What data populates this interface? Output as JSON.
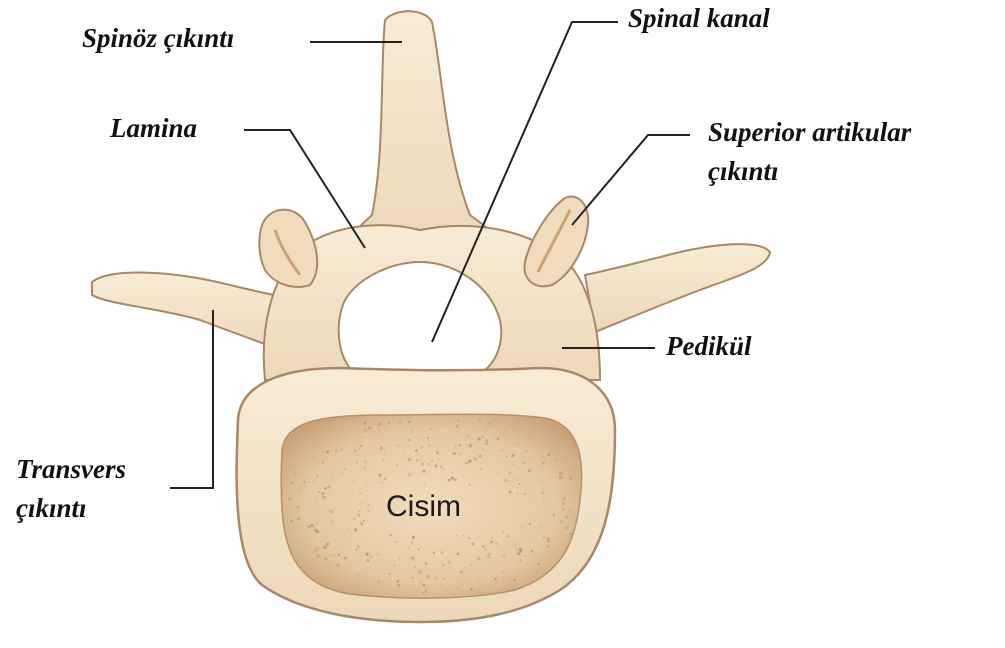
{
  "diagram": {
    "colors": {
      "bone": "#f5e8d0",
      "bone_shadow": "#d9b896",
      "bone_outline": "#a88866",
      "body_core": "#e9d2b0",
      "body_speckle": "#b08a60",
      "leader_line": "#222222"
    },
    "labels": {
      "spinoz": "Spinöz çıkıntı",
      "spinal_kanal": "Spinal kanal",
      "lamina": "Lamina",
      "superior_line1": "Superior artikular",
      "superior_line2": "çıkıntı",
      "pedikul": "Pedikül",
      "transvers_line1": "Transvers",
      "transvers_line2": "çıkıntı",
      "cisim": "Cisim"
    }
  }
}
